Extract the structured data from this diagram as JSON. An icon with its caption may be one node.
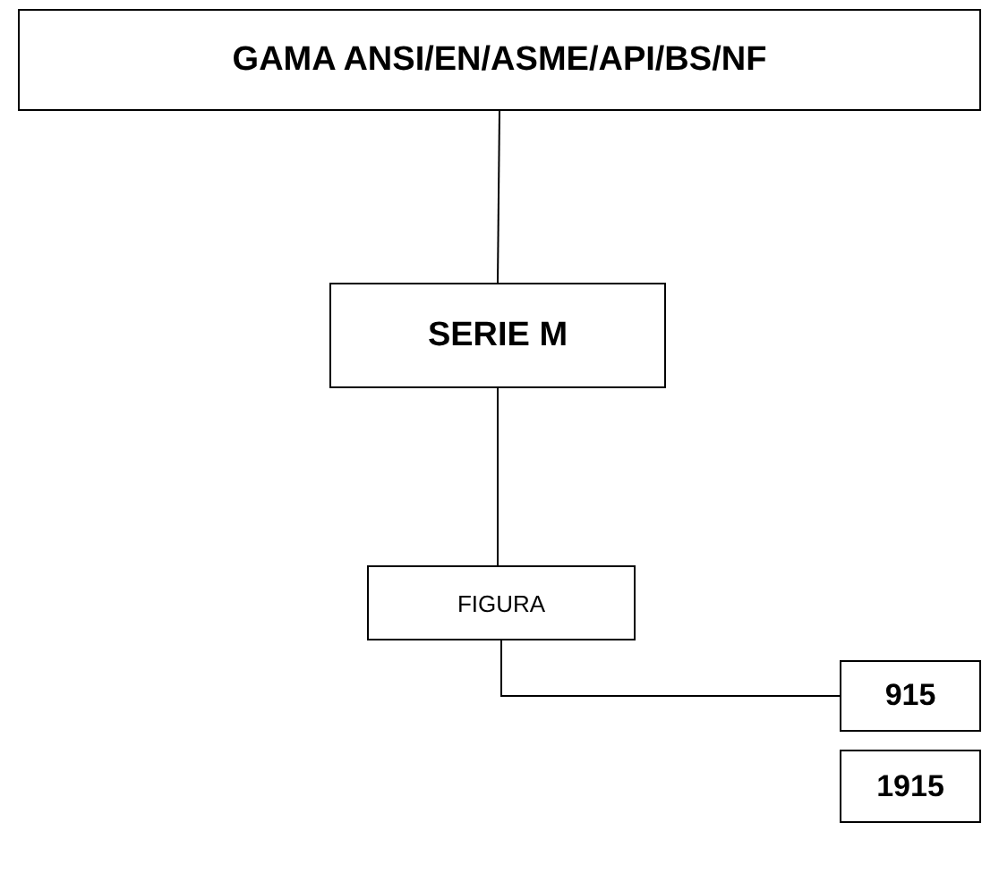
{
  "diagram": {
    "nodes": [
      {
        "text": [
          "GAMA ANSI/EN/ASME/API/BS/NF"
        ]
      },
      {
        "text": [
          "SERIE M"
        ]
      },
      {
        "text": [
          "FIGURA"
        ]
      },
      {
        "text": [
          "915"
        ]
      },
      {
        "text": [
          "1915"
        ]
      }
    ],
    "edges": [
      {
        "from": 0,
        "to": 1,
        "arrow": "none"
      },
      {
        "from": 1,
        "to": 2,
        "arrow": "none"
      },
      {
        "from": 2,
        "to": 3,
        "arrow": "none"
      }
    ]
  }
}
